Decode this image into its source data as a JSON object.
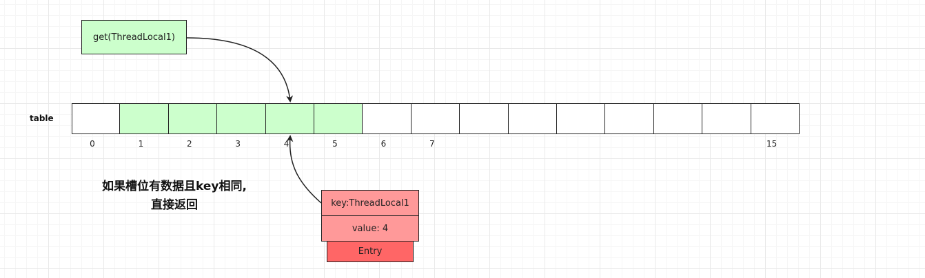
{
  "get_call": {
    "label": "get(ThreadLocal1)",
    "fill": "#ccffcc"
  },
  "table": {
    "label": "table",
    "filled_fill": "#ccffcc",
    "empty_fill": "#ffffff",
    "filled_slots": [
      1,
      2,
      3,
      4,
      5
    ],
    "slot_count": 15,
    "index_labels": [
      {
        "slot": 0,
        "text": "0"
      },
      {
        "slot": 1,
        "text": "1"
      },
      {
        "slot": 2,
        "text": "2"
      },
      {
        "slot": 3,
        "text": "3"
      },
      {
        "slot": 4,
        "text": "4"
      },
      {
        "slot": 5,
        "text": "5"
      },
      {
        "slot": 6,
        "text": "6"
      },
      {
        "slot": 7,
        "text": "7"
      },
      {
        "slot": 14,
        "text": "15"
      }
    ]
  },
  "note": {
    "line1": "如果槽位有数据且key相同,",
    "line2": "直接返回"
  },
  "entry": {
    "key": "key:ThreadLocal1",
    "value": "value: 4",
    "label": "Entry",
    "key_fill": "#ff9999",
    "value_fill": "#ff9999",
    "label_fill": "#ff6666"
  }
}
